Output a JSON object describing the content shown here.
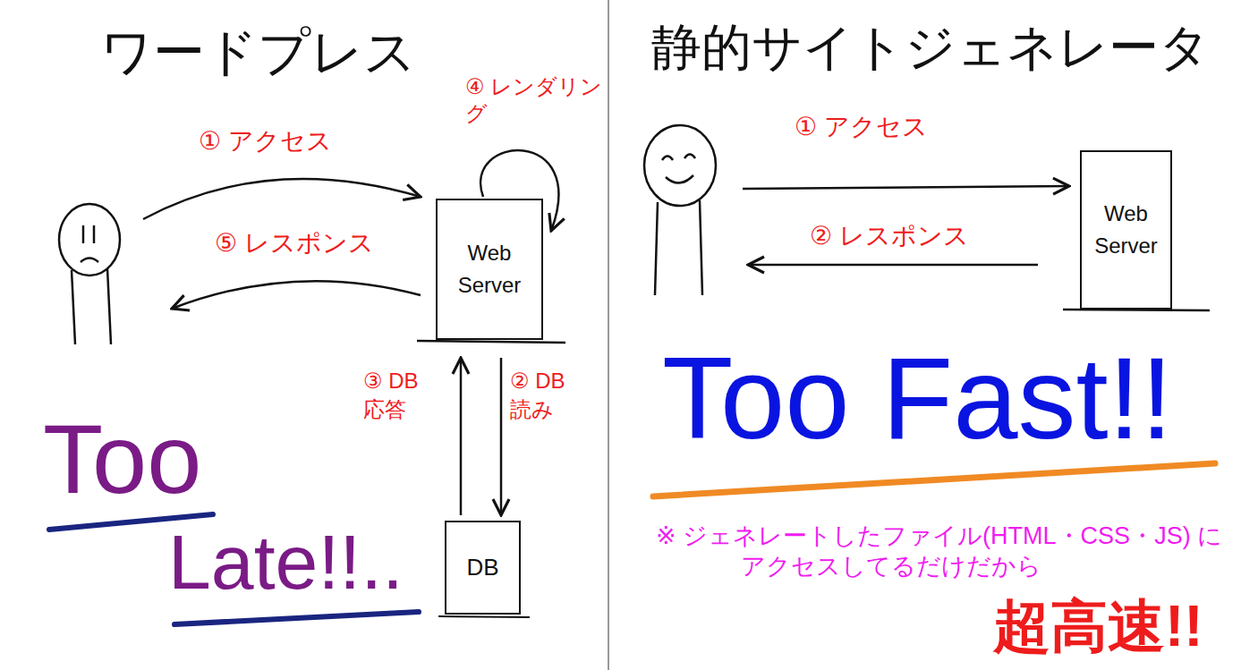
{
  "diagram": {
    "nodes": [
      {
        "text": [
          "Web Server"
        ]
      },
      {
        "text": [
          "DB"
        ]
      },
      {
        "text": [
          "Web Server"
        ]
      }
    ],
    "edges": [
      {
        "from": 0,
        "to": 1,
        "arrow": "to",
        "label": "② DB読み"
      },
      {
        "from": 1,
        "to": 0,
        "arrow": "to",
        "label": "③ DB応答"
      }
    ],
    "labels": [
      "ワードプレス",
      "静的サイトジェネレータ",
      "① アクセス",
      "⑤ レスポンス",
      "④ レンダリング",
      "Too",
      "Late!!..",
      "① アクセス",
      "② レスポンス",
      "Too Fast!!",
      "※ ジェネレートしたファイル(HTML・CSS・JS) にアクセスしてるだけだから",
      "超高速!!"
    ]
  }
}
